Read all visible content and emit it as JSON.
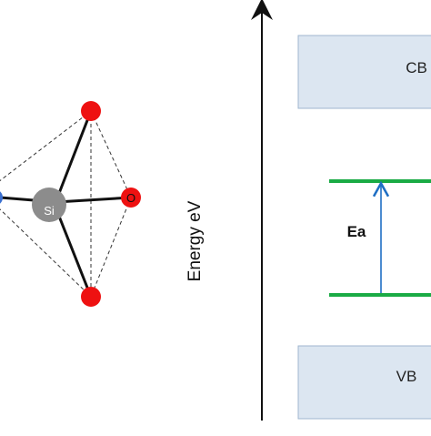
{
  "molecule": {
    "center_atom_label": "Si",
    "right_atom_label": "O",
    "colors": {
      "silicon": "#8c8c8c",
      "oxygen": "#ee1111",
      "bond": "#111111",
      "dashed_edge": "#333333"
    }
  },
  "energy_diagram": {
    "axis_label": "Energy eV",
    "conduction_band_label": "CB",
    "valence_band_label": "VB",
    "activation_label": "Ea",
    "colors": {
      "band_fill": "#dce6f1",
      "band_stroke": "#9fb6cf",
      "level_line": "#1aab45",
      "activation_arrow": "#1f6fc4",
      "axis": "#111111"
    }
  }
}
